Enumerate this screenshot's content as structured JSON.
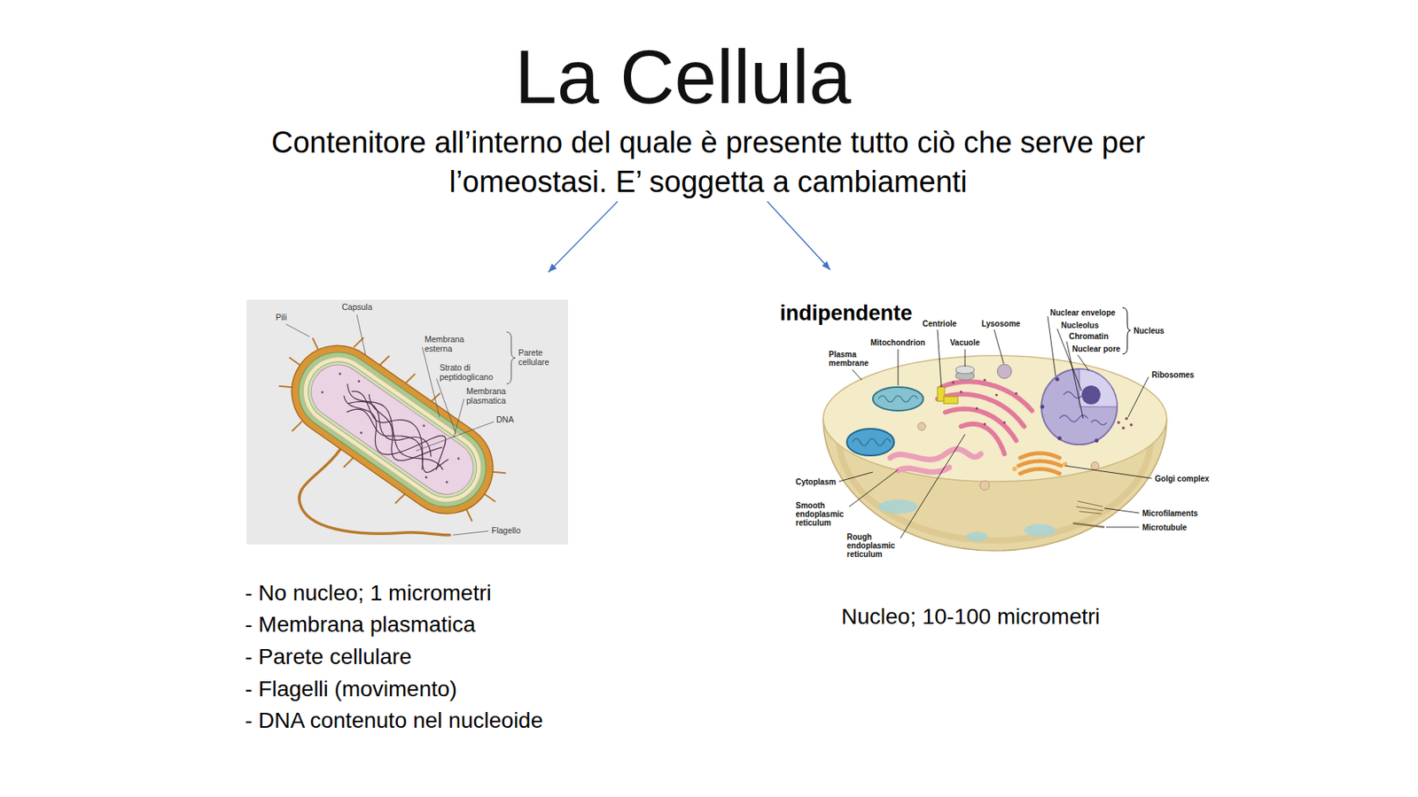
{
  "diagram": {
    "title": "La Cellula",
    "nodes": [
      {
        "text": [
          "Contenitore all’interno del quale è presente tutto ciò che serve per l’omeostasi. E’ soggetta a cambiamenti"
        ]
      },
      {
        "text": [
          "Capsula",
          "Pili",
          "Membrana esterna",
          "Parete cellulare",
          "Strato di peptidoglicano",
          "Membrana plasmatica",
          "DNA",
          "Flagello"
        ]
      },
      {
        "text": [
          "indipendente",
          "Centriole",
          "Lysosome",
          "Nuclear envelope",
          "Nucleolus",
          "Chromatin",
          "Nuclear pore",
          "Nucleus",
          "Mitochondrion",
          "Vacuole",
          "Plasma membrane",
          "Ribosomes",
          "Cytoplasm",
          "Golgi complex",
          "Smooth endoplasmic reticulum",
          "Rough endoplasmic reticulum",
          "Microfilaments",
          "Microtubule"
        ]
      }
    ],
    "edges": [
      {
        "from": 0,
        "to": 1,
        "arrow": "to"
      },
      {
        "from": 0,
        "to": 2,
        "arrow": "to"
      }
    ],
    "labels": [
      "- No nucleo; 1 micrometri",
      "- Membrana plasmatica",
      "- Parete cellulare",
      "- Flagelli (movimento)",
      "- DNA contenuto nel nucleoide",
      "Nucleo; 10-100 micrometri"
    ]
  }
}
